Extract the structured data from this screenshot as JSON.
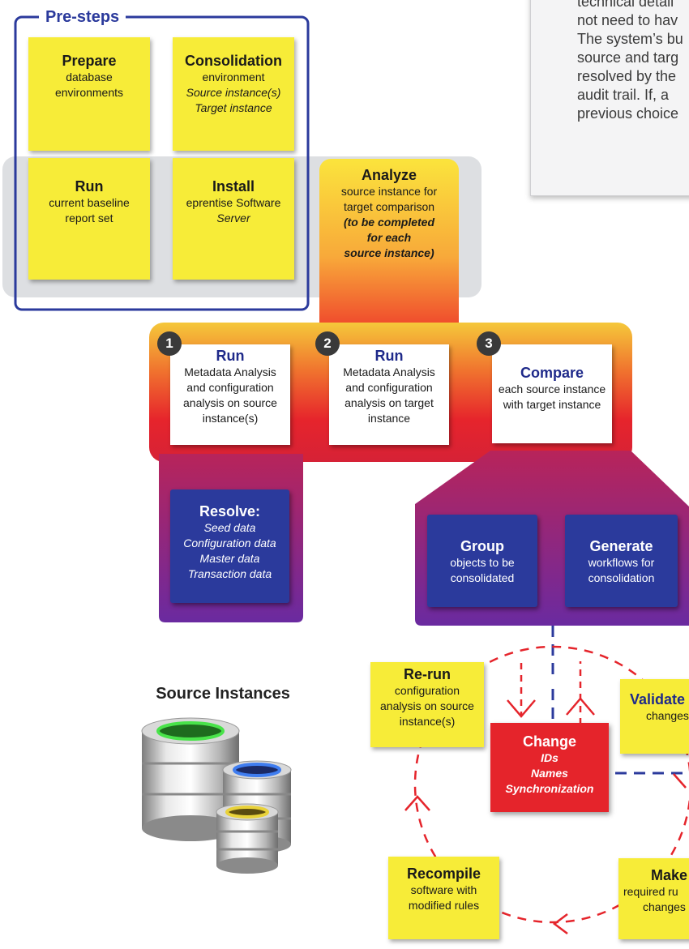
{
  "presteps": {
    "label": "Pre-steps",
    "prepare": {
      "title": "Prepare",
      "lines": [
        "database",
        "environments"
      ]
    },
    "consolidation": {
      "title": "Consolidation",
      "lines": [
        "environment",
        "Source instance(s)",
        "Target instance"
      ]
    },
    "run_baseline": {
      "title": "Run",
      "lines": [
        "current baseline",
        "report set"
      ]
    },
    "install": {
      "title": "Install",
      "lines": [
        "eprentise Software",
        "Server"
      ]
    }
  },
  "analyze": {
    "title": "Analyze",
    "lines": [
      "source instance for",
      "target comparison",
      "(to be completed",
      "for each",
      "source instance)"
    ]
  },
  "info_box": {
    "lines": [
      "technical detail",
      "not need to hav",
      "The system’s bu",
      "source and targ",
      "resolved by the",
      "audit trail.  If, a",
      "previous choice"
    ]
  },
  "steps": [
    {
      "number": "1",
      "title": "Run",
      "lines": [
        "Metadata Analysis",
        "and configuration",
        "analysis on source",
        "instance(s)"
      ]
    },
    {
      "number": "2",
      "title": "Run",
      "lines": [
        "Metadata Analysis",
        "and configuration",
        "analysis on target",
        "instance"
      ]
    },
    {
      "number": "3",
      "title": "Compare",
      "lines": [
        "each source instance",
        "with target instance"
      ]
    }
  ],
  "resolve": {
    "title": "Resolve:",
    "lines": [
      "Seed data",
      "Configuration data",
      "Master data",
      "Transaction data"
    ]
  },
  "group": {
    "title": "Group",
    "lines": [
      "objects to be",
      "consolidated"
    ]
  },
  "generate": {
    "title": "Generate",
    "lines": [
      "workflows for",
      "consolidation"
    ]
  },
  "source_instances": {
    "label": "Source Instances"
  },
  "cycle": {
    "rerun": {
      "title": "Re-run",
      "lines": [
        "configuration",
        "analysis on source",
        "instance(s)"
      ]
    },
    "validate": {
      "title": "Validate",
      "lines": [
        "changes"
      ]
    },
    "change": {
      "title": "Change",
      "lines": [
        "IDs",
        "Names",
        "Synchronization"
      ]
    },
    "recompile": {
      "title": "Recompile",
      "lines": [
        "software with",
        "modified rules"
      ]
    },
    "make": {
      "title": "Make",
      "lines": [
        "required ru",
        "changes"
      ]
    }
  },
  "colors": {
    "note_yellow": "#f7ec38",
    "dark_blue": "#2b3a9c",
    "title_blue": "#1f2a8a",
    "red": "#e5242b",
    "gray_band": "#dddfe2"
  }
}
